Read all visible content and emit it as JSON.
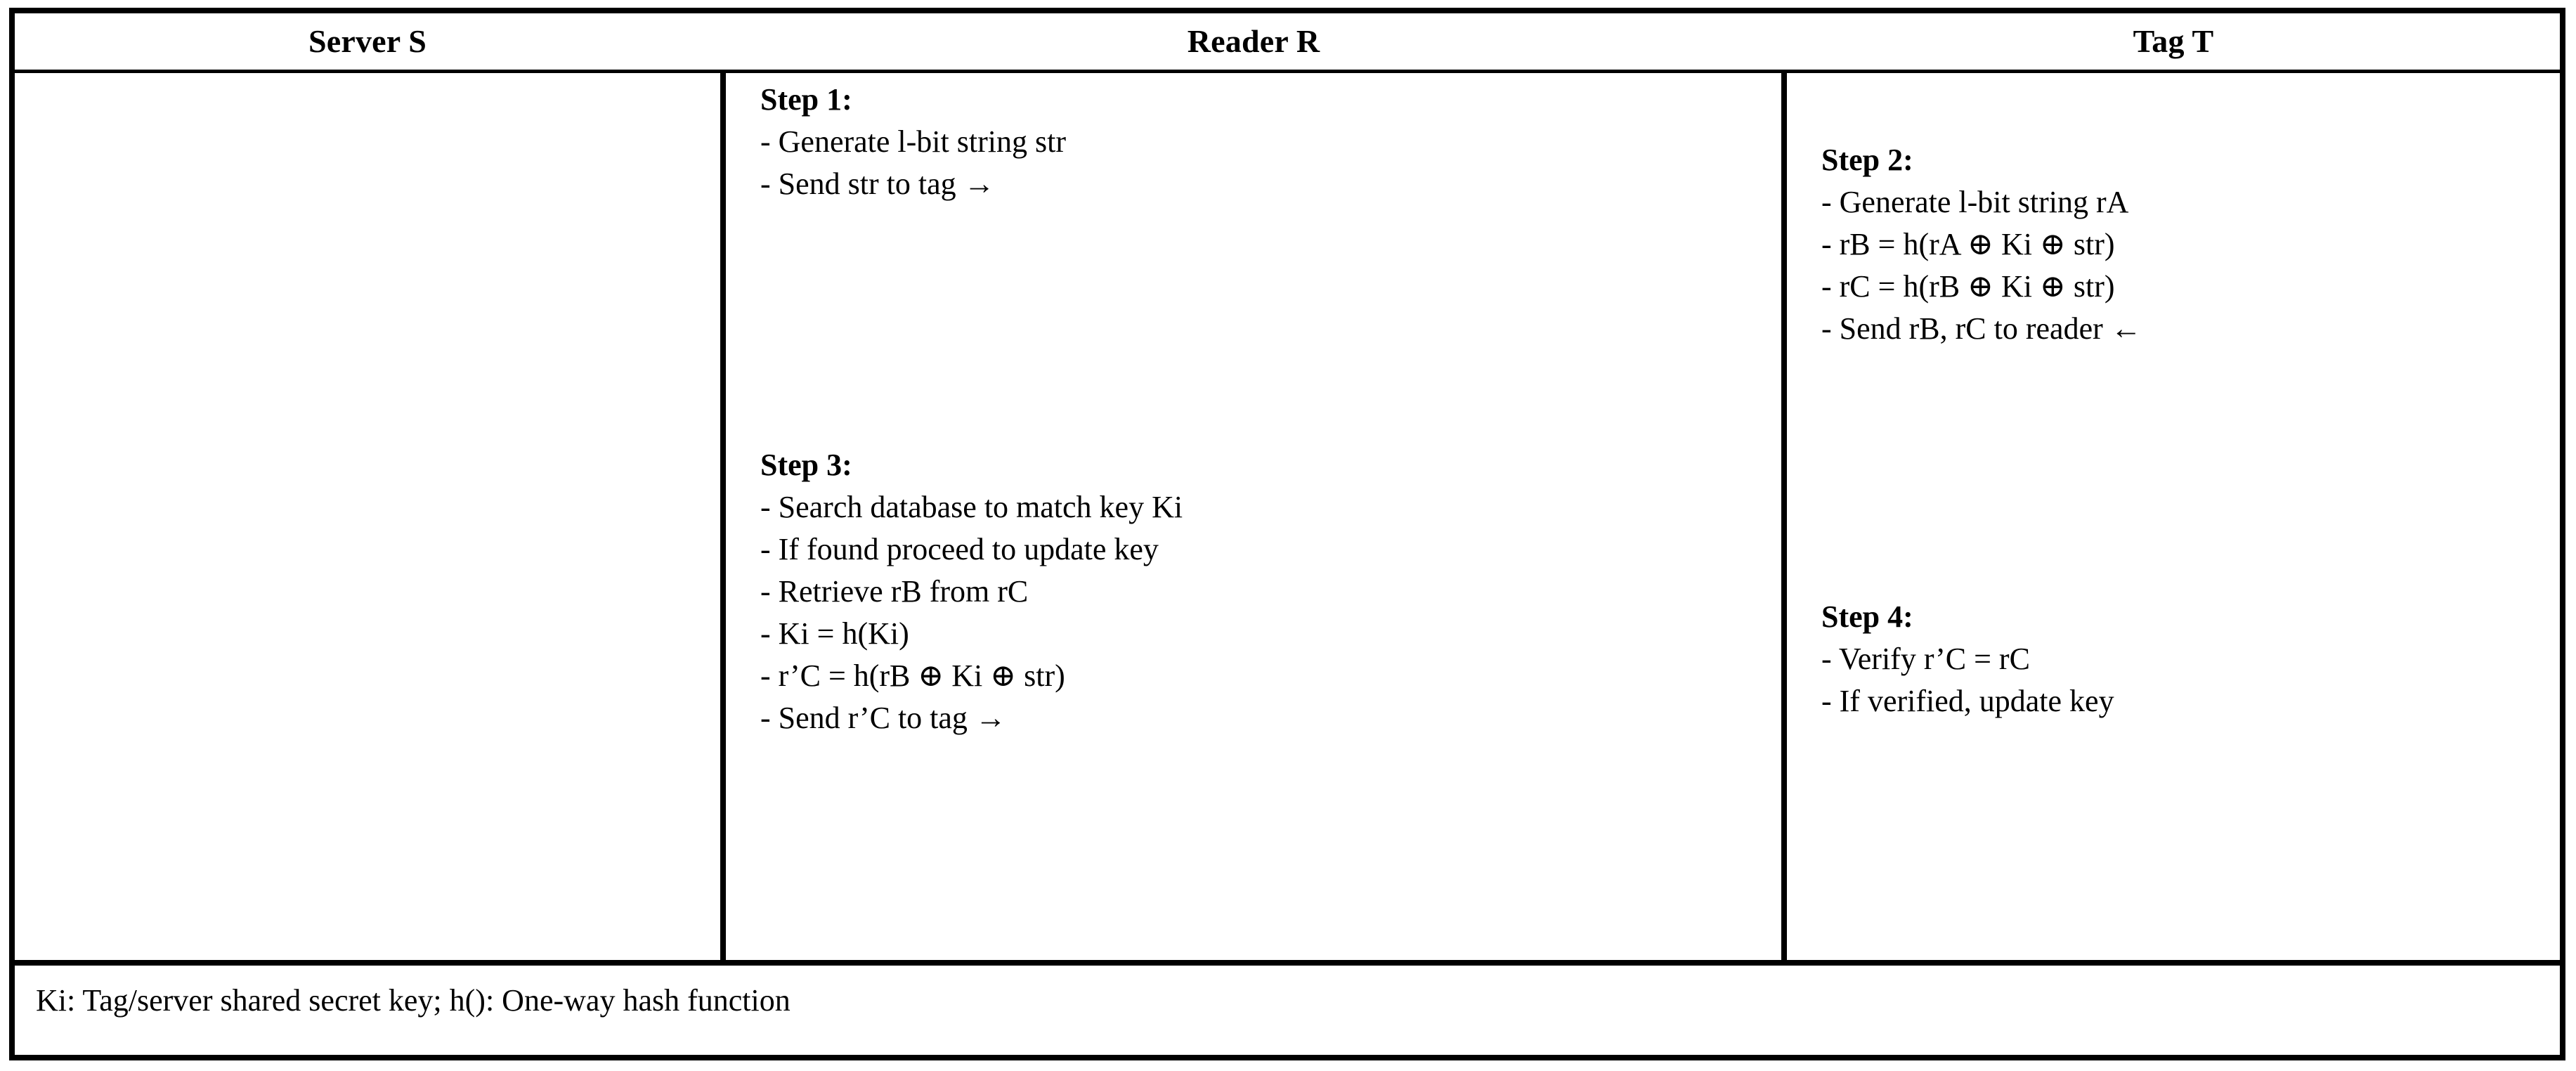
{
  "table": {
    "columns": [
      {
        "id": "server",
        "header": "Server S"
      },
      {
        "id": "reader",
        "header": "Reader R"
      },
      {
        "id": "tag",
        "header": "Tag T"
      }
    ],
    "steps": {
      "step1": {
        "title": "Step 1:",
        "lines": [
          "- Generate l-bit string str",
          "- Send str to tag →"
        ]
      },
      "step2": {
        "title": "Step 2:",
        "lines": [
          "- Generate l-bit string rA",
          "- rB = h(rA ⊕ Ki ⊕ str)",
          "- rC = h(rB ⊕ Ki ⊕ str)",
          "- Send rB, rC to reader ←"
        ]
      },
      "step3": {
        "title": "Step 3:",
        "lines": [
          "- Search database to match key Ki",
          "- If found proceed to update key",
          "- Retrieve rB from rC",
          "- Ki = h(Ki)",
          "- r’C = h(rB ⊕ Ki ⊕ str)",
          "- Send r’C to tag →"
        ]
      },
      "step4": {
        "title": "Step 4:",
        "lines": [
          "- Verify r’C = rC",
          "- If verified, update key"
        ]
      }
    },
    "footer": {
      "note": "Ki: Tag/server shared secret key; h(): One-way hash function"
    }
  }
}
